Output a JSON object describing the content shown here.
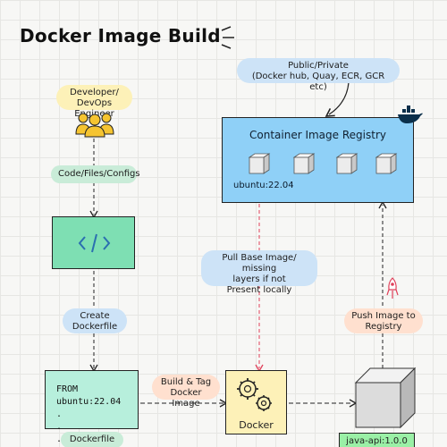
{
  "title": "Docker Image Build",
  "registry": {
    "title": "Container Image Registry",
    "note": [
      "Public/Private",
      "(Docker hub, Quay, ECR, GCR etc)"
    ],
    "base_image": "ubuntu:22.04"
  },
  "developer": {
    "label": [
      "Developer/",
      "DevOps Engineer"
    ]
  },
  "steps": {
    "code": "Code/Files/Configs",
    "create_dockerfile": [
      "Create",
      "Dockerfile"
    ],
    "build_tag": [
      "Build & Tag",
      "Docker Image"
    ],
    "pull_base": [
      "Pull Base Image/ missing",
      "layers if not",
      "Present locally"
    ],
    "push": [
      "Push Image to",
      "Registry"
    ]
  },
  "dockerfile": {
    "code": [
      "FROM ubuntu:22.04",
      ".",
      ".",
      "."
    ],
    "caption": "Dockerfile"
  },
  "docker": {
    "label": "Docker"
  },
  "image": {
    "tag": "java-api:1.0.0"
  },
  "icons": [
    "users-icon",
    "code-file-icon",
    "docker-whale-icon",
    "gears-icon",
    "image-cube-icon",
    "registry-cube-icon",
    "rocket-pin-icon"
  ],
  "colors": {
    "registry": "#8fd0f7",
    "dockerfile": "#b7efdc",
    "docker": "#fdf1b8",
    "image_tag": "#9af0a6",
    "pull_arrow": "#e0405a"
  }
}
